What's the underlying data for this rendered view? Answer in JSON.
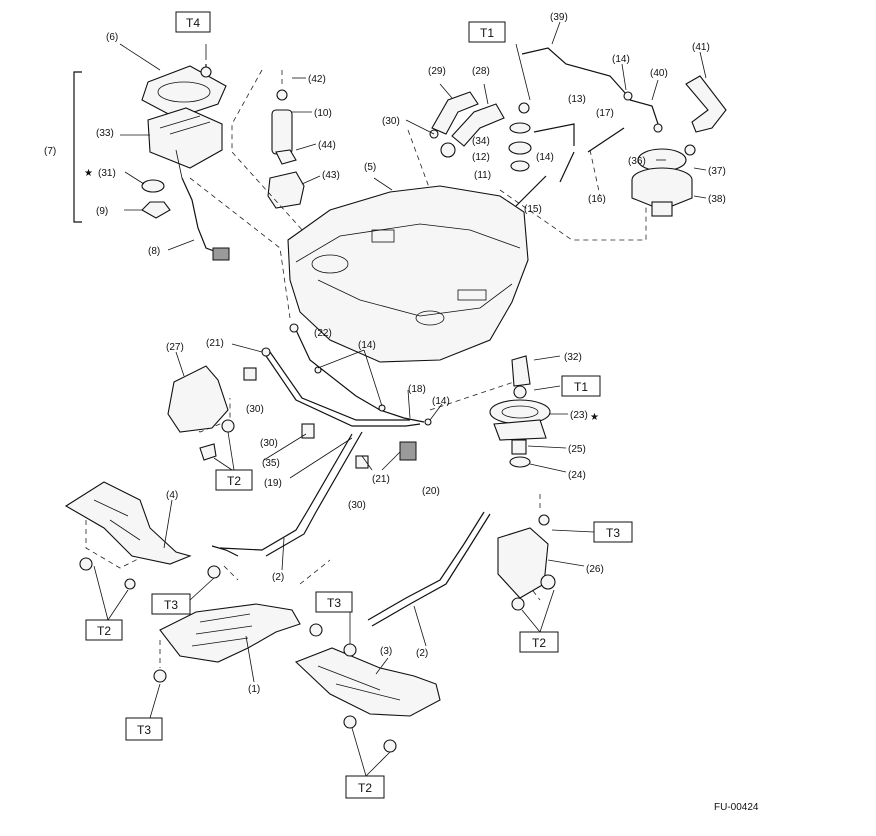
{
  "figure_code": "FU-00424",
  "star_symbol": "★",
  "torque_tags": {
    "t4": "T4",
    "t1_top": "T1",
    "t1_mid": "T1",
    "t2_mid": "T2",
    "t3_right": "T3",
    "t3_left": "T3",
    "t3_center": "T3",
    "t2_left": "T2",
    "t2_right": "T2",
    "t3_bottom": "T3",
    "t2_bottom": "T2"
  },
  "callouts": {
    "c1": "(1)",
    "c2a": "(2)",
    "c2b": "(2)",
    "c3": "(3)",
    "c4": "(4)",
    "c5": "(5)",
    "c6": "(6)",
    "c7": "(7)",
    "c8": "(8)",
    "c9": "(9)",
    "c10": "(10)",
    "c11": "(11)",
    "c12": "(12)",
    "c13": "(13)",
    "c14a": "(14)",
    "c14b": "(14)",
    "c14c": "(14)",
    "c14d": "(14)",
    "c15": "(15)",
    "c16": "(16)",
    "c17": "(17)",
    "c18": "(18)",
    "c19": "(19)",
    "c20": "(20)",
    "c21a": "(21)",
    "c21b": "(21)",
    "c22": "(22)",
    "c23": "(23)",
    "c24": "(24)",
    "c25": "(25)",
    "c26": "(26)",
    "c27": "(27)",
    "c28": "(28)",
    "c29": "(29)",
    "c30a": "(30)",
    "c30b": "(30)",
    "c30c": "(30)",
    "c30d": "(30)",
    "c31": "(31)",
    "c32": "(32)",
    "c33": "(33)",
    "c34": "(34)",
    "c35": "(35)",
    "c36": "(36)",
    "c37": "(37)",
    "c38": "(38)",
    "c39": "(39)",
    "c40": "(40)",
    "c41": "(41)",
    "c42": "(42)",
    "c43": "(43)",
    "c44": "(44)"
  }
}
